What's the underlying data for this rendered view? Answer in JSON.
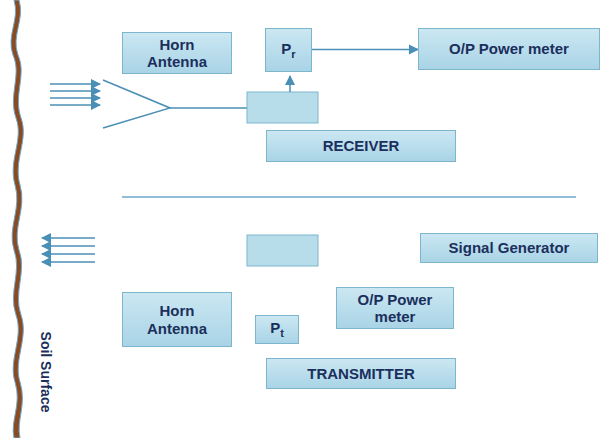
{
  "diagram": {
    "nodes": [
      {
        "text": [
          "Horn Antenna"
        ]
      },
      {
        "text": [
          "Pr"
        ]
      },
      {
        "text": [
          "O/P Power meter"
        ]
      },
      {
        "text": [
          "RECEIVER"
        ]
      },
      {
        "text": [
          "Signal Generator"
        ]
      },
      {
        "text": [
          "Horn Antenna"
        ]
      },
      {
        "text": [
          "O/P Power meter"
        ]
      },
      {
        "text": [
          "Pt"
        ]
      },
      {
        "text": [
          "TRANSMITTER"
        ]
      }
    ],
    "edges": [
      {
        "from": 1,
        "to": 2,
        "arrow": "to"
      }
    ],
    "labels": [
      "Soil Surface"
    ]
  }
}
